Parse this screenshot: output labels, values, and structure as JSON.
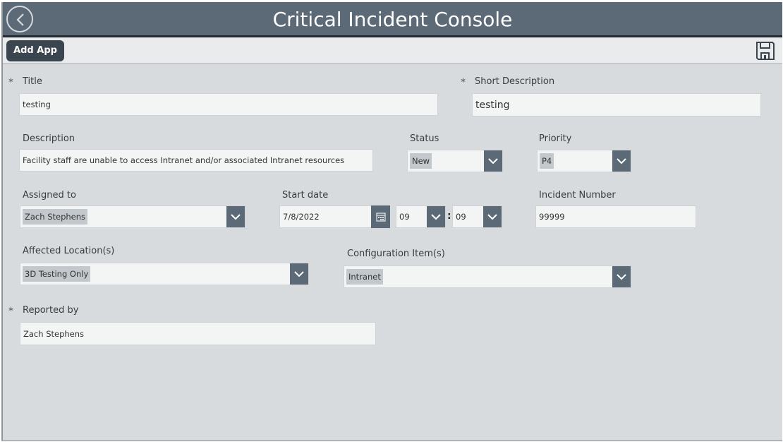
{
  "header": {
    "title": "Critical Incident Console",
    "back_icon": "back-circle-chevron-left-icon"
  },
  "toolbar": {
    "add_app_label": "Add App",
    "save_icon": "floppy-disk-save-icon"
  },
  "form": {
    "required_marker": "*",
    "title": {
      "label": "Title",
      "value": "testing",
      "required": true
    },
    "short_description": {
      "label": "Short Description",
      "value": "testing",
      "required": true
    },
    "description": {
      "label": "Description",
      "value": "Facility staff are unable to access Intranet and/or associated Intranet resources"
    },
    "status": {
      "label": "Status",
      "value": "New"
    },
    "priority": {
      "label": "Priority",
      "value": "P4"
    },
    "assigned_to": {
      "label": "Assigned to",
      "value": "Zach Stephens"
    },
    "start_date": {
      "label": "Start date",
      "date": "7/8/2022",
      "hour": "09",
      "minute": "09",
      "separator": ":"
    },
    "incident_number": {
      "label": "Incident Number",
      "value": "99999"
    },
    "affected_locations": {
      "label": "Affected Location(s)",
      "value": "3D Testing Only"
    },
    "configuration_items": {
      "label": "Configuration Item(s)",
      "value": "Intranet"
    },
    "reported_by": {
      "label": "Reported by",
      "value": "Zach Stephens",
      "required": true
    }
  },
  "colors": {
    "header_bg": "#5c6a77",
    "body_bg": "#d7dbde",
    "button_bg": "#3a4550",
    "chevron_bg": "#5c6a77",
    "input_bg": "#f3f4f4",
    "chip_bg": "#c3c8cc"
  }
}
